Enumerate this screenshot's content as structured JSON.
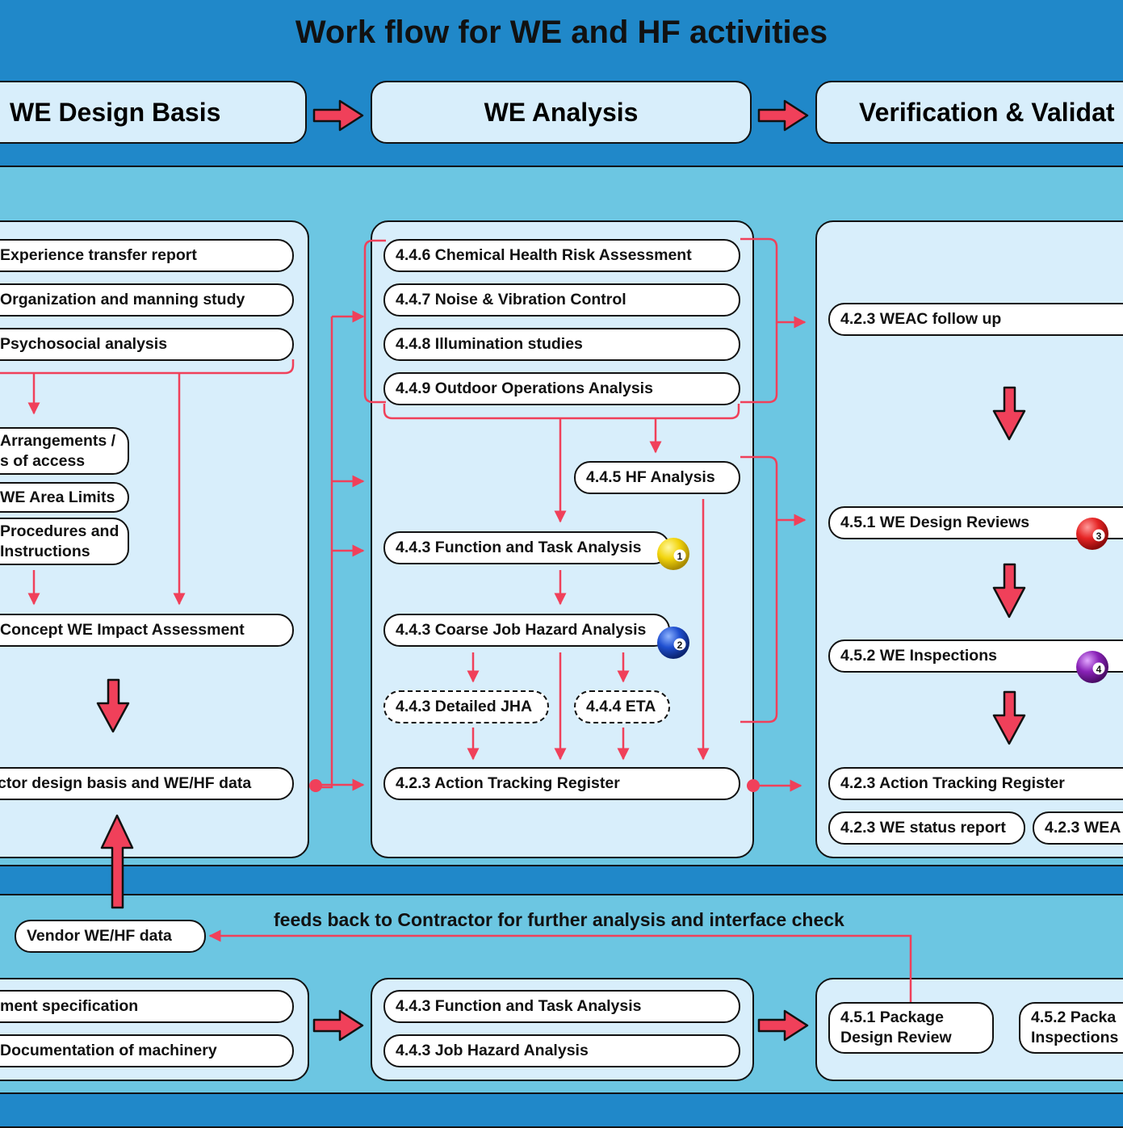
{
  "title": "Work flow for WE and HF activities",
  "headers": {
    "design_basis": "WE Design Basis",
    "analysis": "WE Analysis",
    "verification": "Verification & Validat"
  },
  "design_basis": {
    "experience": "Experience transfer report",
    "organization": "Organization and manning study",
    "psychosocial": "Psychosocial analysis",
    "arrangements_1": "Arrangements /",
    "arrangements_2": "s of access",
    "area_limits": "WE Area Limits",
    "procedures_1": "Procedures and",
    "procedures_2": "Instructions",
    "concept_impact": "Concept WE Impact Assessment",
    "contractor_basis": "ctor design basis and WE/HF data"
  },
  "analysis": {
    "chra": "4.4.6 Chemical Health Risk Assessment",
    "noise": "4.4.7 Noise & Vibration Control",
    "illumination": "4.4.8 Illumination studies",
    "outdoor": "4.4.9 Outdoor Operations Analysis",
    "hf_analysis": "4.4.5 HF Analysis",
    "fta": "4.4.3 Function and Task Analysis",
    "coarse_jha": "4.4.3 Coarse Job Hazard Analysis",
    "detailed_jha": "4.4.3 Detailed JHA",
    "eta": "4.4.4 ETA",
    "atr": "4.2.3 Action Tracking Register"
  },
  "verification": {
    "weac": "4.2.3 WEAC follow up",
    "design_reviews": "4.5.1 WE Design Reviews",
    "inspections": "4.5.2 WE Inspections",
    "atr": "4.2.3 Action Tracking Register",
    "status_report": "4.2.3 WE status report",
    "wea_partial": "4.2.3 WEA"
  },
  "badges": {
    "b1": "1",
    "b2": "2",
    "b3": "3",
    "b4": "4"
  },
  "vendor": {
    "vendor_data": "Vendor WE/HF data",
    "feedback_note": "feeds back to Contractor for further analysis and interface check",
    "spec": "ment specification",
    "documentation": "Documentation of machinery",
    "fta": "4.4.3 Function and Task Analysis",
    "jha": "4.4.3 Job Hazard Analysis",
    "pkg_review_1": "4.5.1 Package",
    "pkg_review_2": "Design Review",
    "pkg_insp_1": "4.5.2 Packa",
    "pkg_insp_2": "Inspections"
  },
  "colors": {
    "dark_band": "#2088c9",
    "light_band": "#6cc6e2",
    "panel": "#d8eefb",
    "arrow": "#f0405a",
    "badge_yellow": "#f2d40c",
    "badge_blue": "#1f4fd0",
    "badge_red": "#e52424",
    "badge_purple": "#8a23b8"
  }
}
